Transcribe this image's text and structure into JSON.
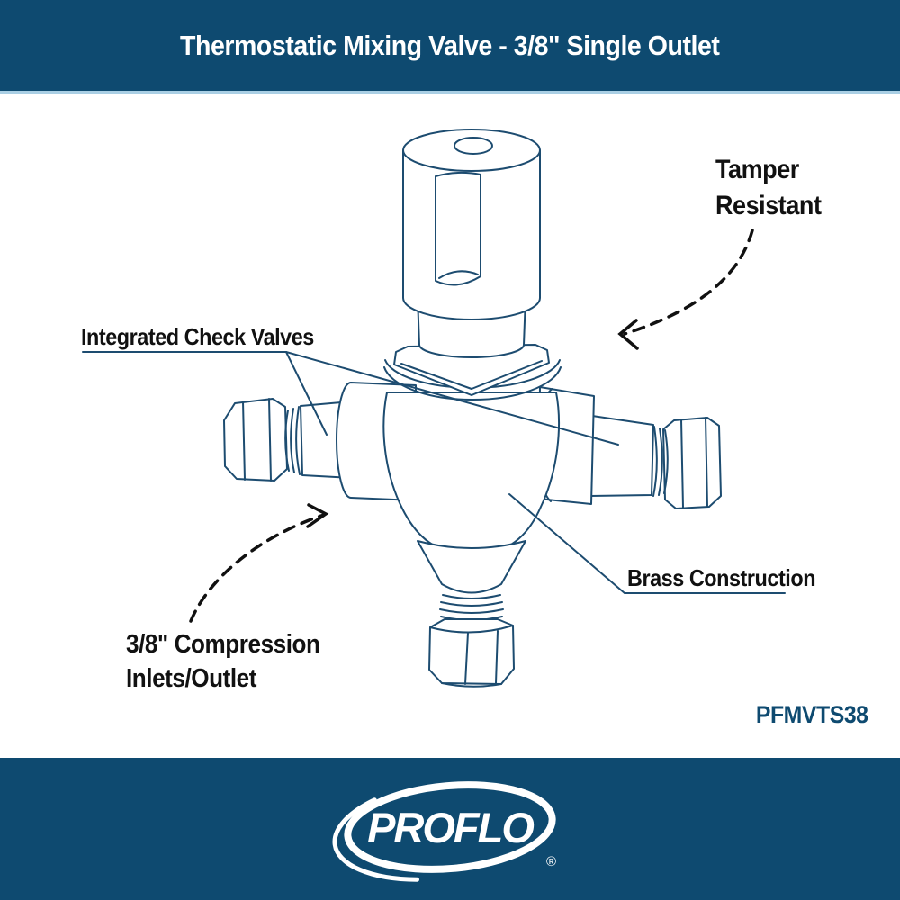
{
  "header": {
    "title": "Thermostatic Mixing Valve - 3/8\" Single Outlet"
  },
  "callouts": {
    "tamper_resistant": {
      "label": "Tamper Resistant"
    },
    "integrated_check_valves": {
      "label": "Integrated Check Valves"
    },
    "brass_construction": {
      "label": "Brass Construction"
    },
    "compression_inlets_outlet": {
      "label": "3/8\" Compression Inlets/Outlet"
    }
  },
  "product_code": "PFMVTS38",
  "footer": {
    "brand": "PROFLO",
    "registered_mark": "®"
  },
  "colors": {
    "navy": "#0e4a70",
    "line_art": "#1d4c70",
    "callout_text": "#111111",
    "separator": "#aacfe4"
  }
}
